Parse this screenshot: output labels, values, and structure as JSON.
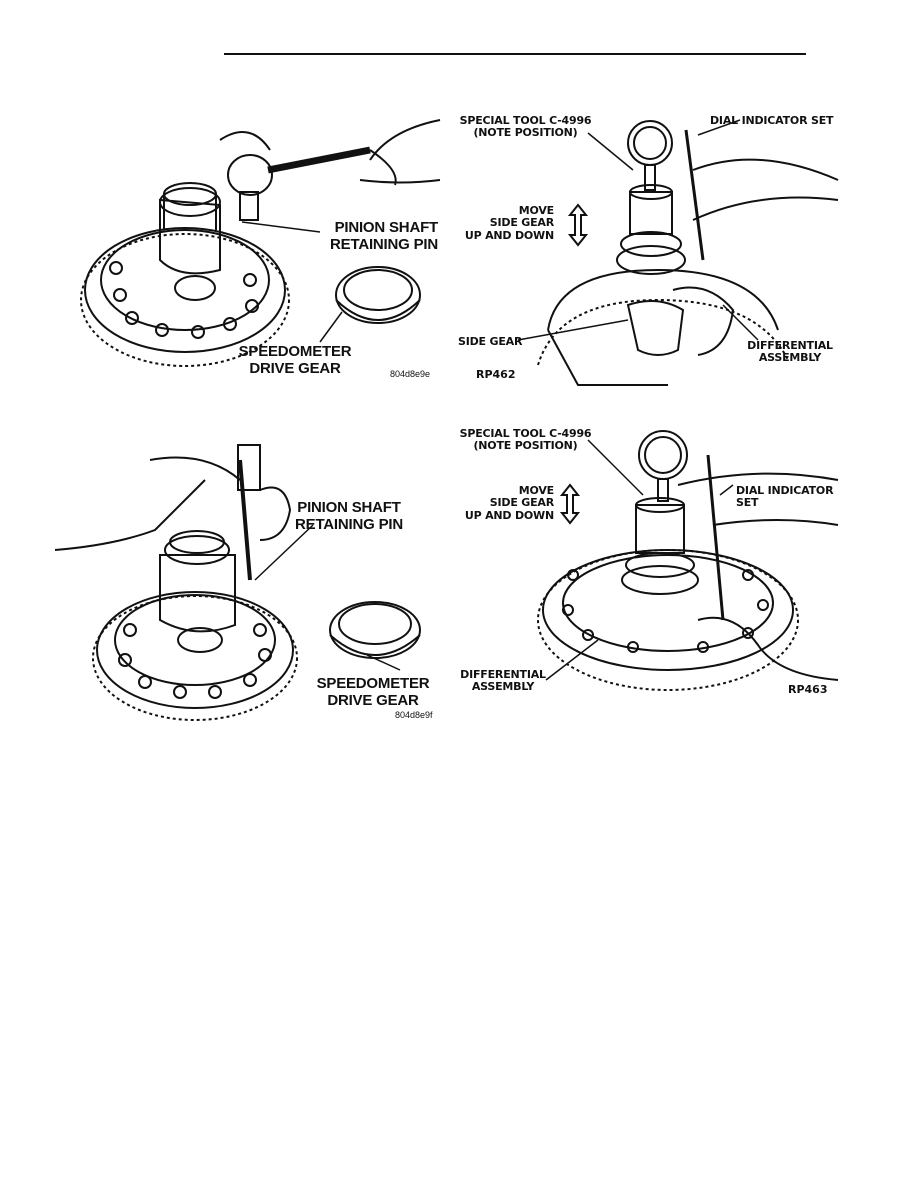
{
  "figures": [
    {
      "labels": {
        "pin": [
          "PINION SHAFT",
          "RETAINING PIN"
        ],
        "gear": [
          "SPEEDOMETER",
          "DRIVE GEAR"
        ]
      },
      "code": "804d8e9e"
    },
    {
      "labels": {
        "tool": [
          "SPECIAL TOOL C-4996",
          "(NOTE POSITION)"
        ],
        "dial": [
          "DIAL INDICATOR SET"
        ],
        "move": [
          "MOVE",
          "SIDE GEAR",
          "UP AND DOWN"
        ],
        "side": [
          "SIDE GEAR"
        ],
        "diff": [
          "DIFFERENTIAL",
          "ASSEMBLY"
        ]
      },
      "code": "RP462"
    },
    {
      "labels": {
        "pin": [
          "PINION SHAFT",
          "RETAINING PIN"
        ],
        "gear": [
          "SPEEDOMETER",
          "DRIVE GEAR"
        ]
      },
      "code": "804d8e9f"
    },
    {
      "labels": {
        "tool": [
          "SPECIAL TOOL C-4996",
          "(NOTE POSITION)"
        ],
        "move": [
          "MOVE",
          "SIDE GEAR",
          "UP AND DOWN"
        ],
        "dial": [
          "DIAL INDICATOR",
          "SET"
        ],
        "diff": [
          "DIFFERENTIAL",
          "ASSEMBLY"
        ]
      },
      "code": "RP463"
    }
  ]
}
